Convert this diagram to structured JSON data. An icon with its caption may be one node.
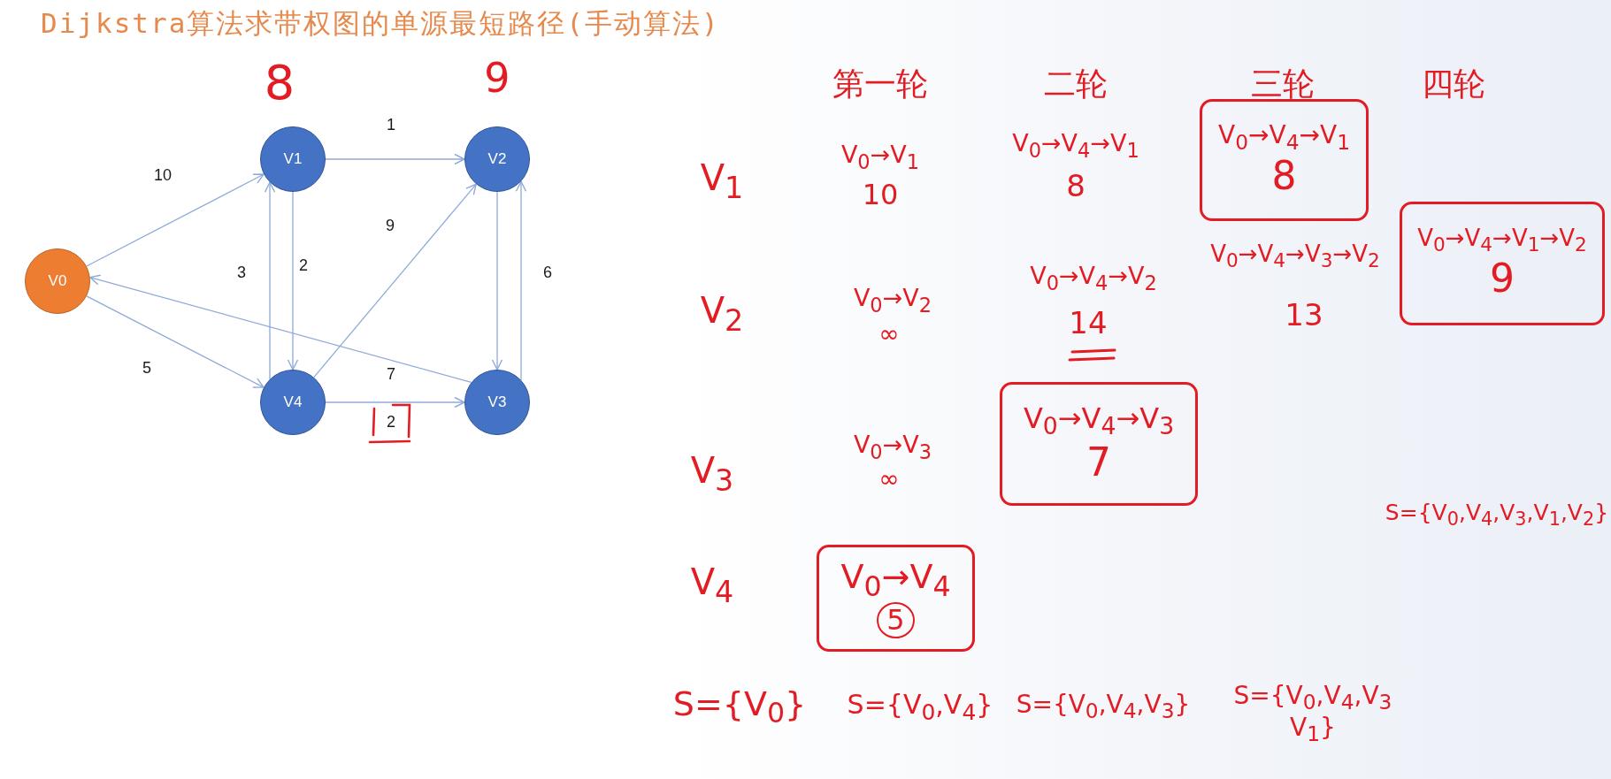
{
  "diagram": {
    "title": "Dijkstra算法求带权图的单源最短路径(手动算法)",
    "nodes": [
      {
        "text": [
          "V0"
        ]
      },
      {
        "text": [
          "V1"
        ],
        "beside": [
          "8"
        ]
      },
      {
        "text": [
          "V2"
        ],
        "beside": [
          "9"
        ]
      },
      {
        "text": [
          "V3"
        ]
      },
      {
        "text": [
          "V4"
        ]
      },
      {
        "text": [
          "V$_{0}$→V$_{4}$→V$_{1}$",
          "8"
        ]
      },
      {
        "text": [
          "V$_{0}$→V$_{4}$→V$_{1}$→V$_{2}$",
          "9"
        ]
      },
      {
        "text": [
          "V$_{0}$→V$_{4}$→V$_{3}$",
          "7"
        ]
      },
      {
        "text": [
          "V$_{0}$→V$_{4}$",
          "5"
        ]
      }
    ],
    "edges": [
      {
        "from": 0,
        "to": 1,
        "arrow": "to",
        "label": "10"
      },
      {
        "from": 1,
        "to": 2,
        "arrow": "to",
        "label": "1"
      },
      {
        "from": 4,
        "to": 1,
        "arrow": "to",
        "label": "3"
      },
      {
        "from": 1,
        "to": 4,
        "arrow": "to",
        "label": "2"
      },
      {
        "from": 4,
        "to": 2,
        "arrow": "to",
        "label": "9"
      },
      {
        "from": 2,
        "to": 3,
        "arrow": "to"
      },
      {
        "from": 3,
        "to": 2,
        "arrow": "to",
        "label": "6"
      },
      {
        "from": 0,
        "to": 4,
        "arrow": "to",
        "label": "5"
      },
      {
        "from": 3,
        "to": 0,
        "arrow": "to",
        "label": "7"
      },
      {
        "from": 4,
        "to": 3,
        "arrow": "to",
        "label": "2"
      }
    ],
    "labels": [
      "第一轮",
      "二轮",
      "三轮",
      "四轮",
      "V$_{1}$",
      "V$_{0}$→V$_{1}$",
      "10",
      "V$_{0}$→V$_{4}$→V$_{1}$",
      "8",
      "V$_{2}$",
      "V$_{0}$→V$_{2}$",
      "∞",
      "V$_{0}$→V$_{4}$→V$_{2}$",
      "14",
      "V$_{0}$→V$_{4}$→V$_{3}$→V$_{2}$",
      "13",
      "V$_{3}$",
      "V$_{0}$→V$_{3}$",
      "∞",
      "S={V$_{0}$,V$_{4}$,V$_{3}$,V$_{1}$,V$_{2}$}",
      "V$_{4}$",
      "S={V$_{0}$}",
      "S={V$_{0}$,V$_{4}$}",
      "S={V$_{0}$,V$_{4}$,V$_{3}$}",
      "S={V$_{0}$,V$_{4}$,V$_{3}$ V$_{1}$}"
    ]
  }
}
